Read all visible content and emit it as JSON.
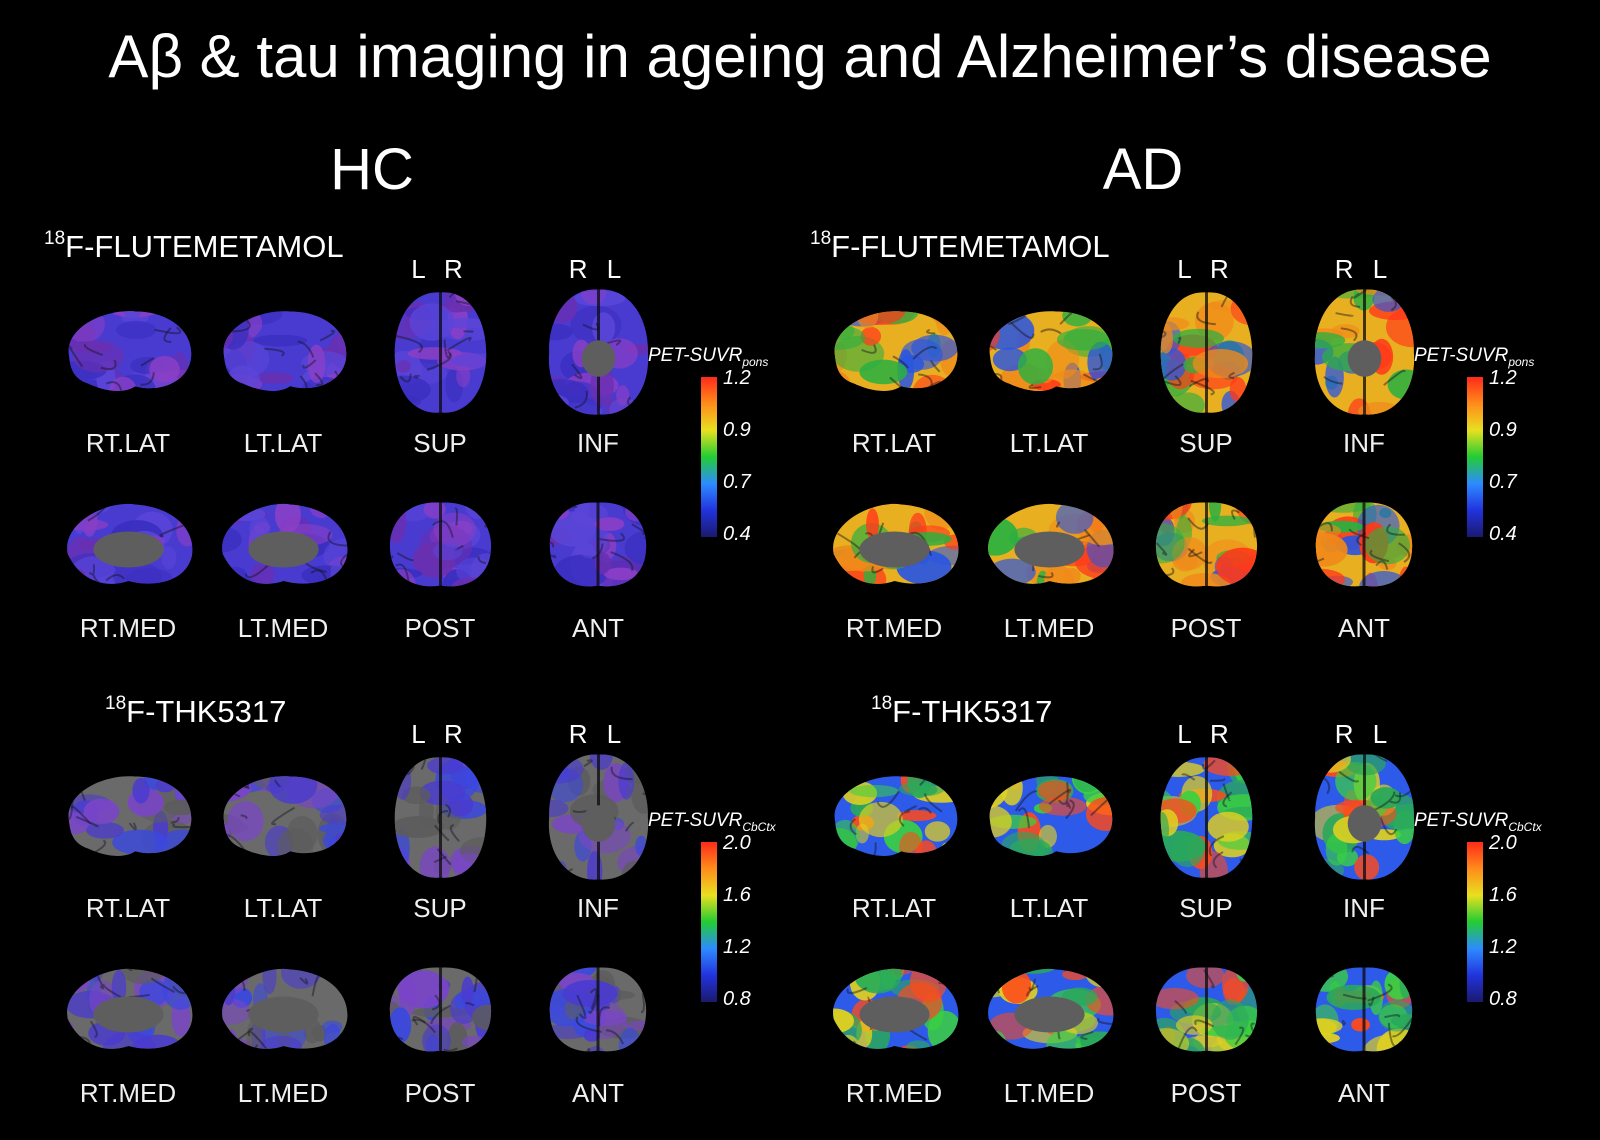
{
  "title": "Aβ & tau imaging in ageing and Alzheimer’s disease",
  "groups": [
    {
      "label": "HC",
      "sections": [
        {
          "tracer_sup": "18",
          "tracer": "F-FLUTEMETAMOL",
          "sup_orient": "L R",
          "inf_orient": "R L",
          "views_row1": [
            "RT.LAT",
            "LT.LAT",
            "SUP",
            "INF"
          ],
          "views_row2": [
            "RT.MED",
            "LT.MED",
            "POST",
            "ANT"
          ],
          "colorbar": {
            "title": "PET-SUVR",
            "subscript": "pons",
            "ticks": [
              "1.2",
              "0.9",
              "0.7",
              "0.4"
            ]
          }
        },
        {
          "tracer_sup": "18",
          "tracer": "F-THK5317",
          "sup_orient": "L R",
          "inf_orient": "R L",
          "views_row1": [
            "RT.LAT",
            "LT.LAT",
            "SUP",
            "INF"
          ],
          "views_row2": [
            "RT.MED",
            "LT.MED",
            "POST",
            "ANT"
          ],
          "colorbar": {
            "title": "PET-SUVR",
            "subscript": "CbCtx",
            "ticks": [
              "2.0",
              "1.6",
              "1.2",
              "0.8"
            ]
          }
        }
      ]
    },
    {
      "label": "AD",
      "sections": [
        {
          "tracer_sup": "18",
          "tracer": "F-FLUTEMETAMOL",
          "sup_orient": "L R",
          "inf_orient": "R L",
          "views_row1": [
            "RT.LAT",
            "LT.LAT",
            "SUP",
            "INF"
          ],
          "views_row2": [
            "RT.MED",
            "LT.MED",
            "POST",
            "ANT"
          ],
          "colorbar": {
            "title": "PET-SUVR",
            "subscript": "pons",
            "ticks": [
              "1.2",
              "0.9",
              "0.7",
              "0.4"
            ]
          }
        },
        {
          "tracer_sup": "18",
          "tracer": "F-THK5317",
          "sup_orient": "L R",
          "inf_orient": "R L",
          "views_row1": [
            "RT.LAT",
            "LT.LAT",
            "SUP",
            "INF"
          ],
          "views_row2": [
            "RT.MED",
            "LT.MED",
            "POST",
            "ANT"
          ],
          "colorbar": {
            "title": "PET-SUVR",
            "subscript": "CbCtx",
            "ticks": [
              "2.0",
              "1.6",
              "1.2",
              "0.8"
            ]
          }
        }
      ]
    }
  ],
  "colormap": [
    "#1a1a6e",
    "#2233dd",
    "#2d8bff",
    "#22cc33",
    "#e8e020",
    "#ff8c1a",
    "#ff2a1a"
  ],
  "brain_colors": {
    "HC_amyloid": {
      "base": "#4a3bd0",
      "cortex": "#5a45d8",
      "spots": [
        "#8a3fc6",
        "#6a2fb0",
        "#3a2fc0"
      ]
    },
    "HC_tau": {
      "base": "#6a6a6a",
      "cortex": "#5c5c5c",
      "spots": [
        "#4a3bd0",
        "#7a45c8",
        "#3a48e0"
      ]
    },
    "AD_amyloid": {
      "base": "#e8b020",
      "cortex": "#f08a1a",
      "spots": [
        "#2ab040",
        "#ff3a1a",
        "#2a55e0"
      ]
    },
    "AD_tau": {
      "base": "#2d5ae8",
      "cortex": "#2aa85a",
      "spots": [
        "#e0d020",
        "#3ad040",
        "#ff4a1a"
      ]
    }
  }
}
